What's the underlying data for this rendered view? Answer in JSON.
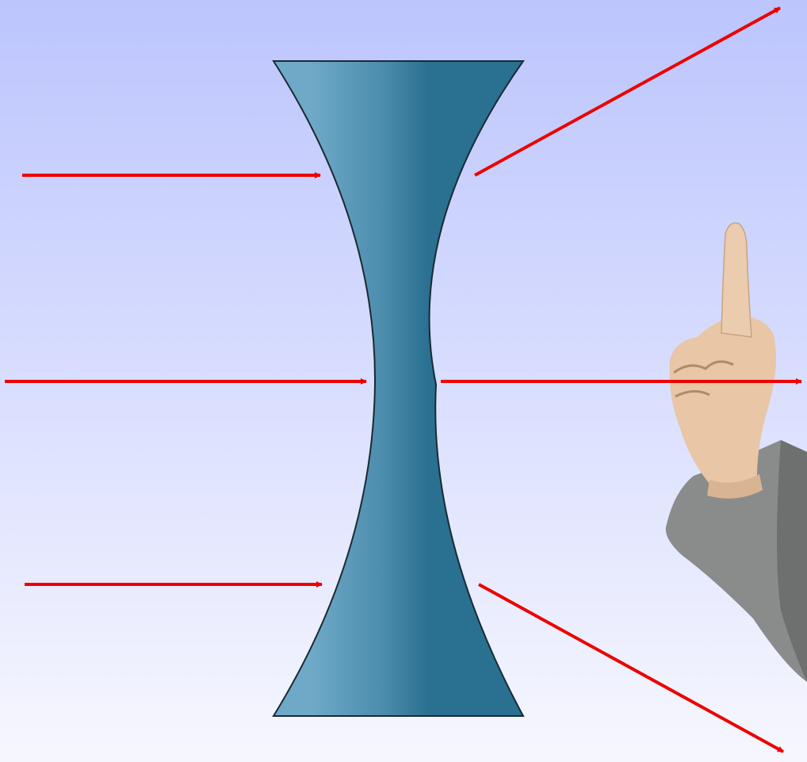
{
  "scene": {
    "background_top": "#bcc5fd",
    "background_bottom": "#f6f7fe"
  },
  "lens": {
    "type": "concave",
    "fill_light": "#6fa9c8",
    "fill_dark": "#2a7090",
    "outline": "#1a2a33"
  },
  "rays": {
    "color": "#ee0000",
    "incoming_count": 3,
    "outgoing_count": 3
  },
  "hand": {
    "icon": "pointing-finger-icon",
    "skin": "#e8c6a6",
    "sleeve": "#8a8c8b"
  }
}
